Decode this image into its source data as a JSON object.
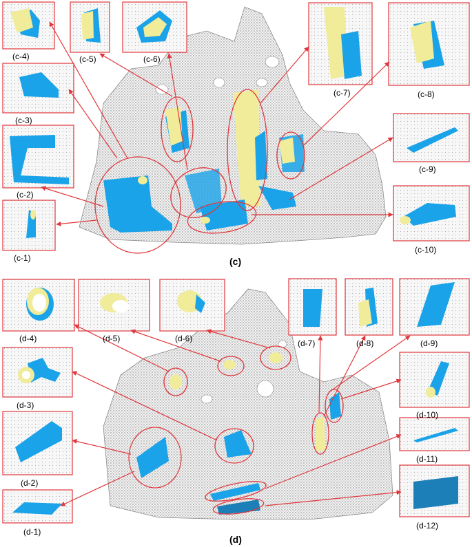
{
  "figure": {
    "panel_c": {
      "caption": "(c)",
      "insets": [
        {
          "id": "c1",
          "label": "(c-1)"
        },
        {
          "id": "c2",
          "label": "(c-2)"
        },
        {
          "id": "c3",
          "label": "(c-3)"
        },
        {
          "id": "c4",
          "label": "(c-4)"
        },
        {
          "id": "c5",
          "label": "(c-5)"
        },
        {
          "id": "c6",
          "label": "(c-6)"
        },
        {
          "id": "c7",
          "label": "(c-7)"
        },
        {
          "id": "c8",
          "label": "(c-8)"
        },
        {
          "id": "c9",
          "label": "(c-9)"
        },
        {
          "id": "c10",
          "label": "(c-10)"
        }
      ]
    },
    "panel_d": {
      "caption": "(d)",
      "insets": [
        {
          "id": "d1",
          "label": "(d-1)"
        },
        {
          "id": "d2",
          "label": "(d-2)"
        },
        {
          "id": "d3",
          "label": "(d-3)"
        },
        {
          "id": "d4",
          "label": "(d-4)"
        },
        {
          "id": "d5",
          "label": "(d-5)"
        },
        {
          "id": "d6",
          "label": "(d-6)"
        },
        {
          "id": "d7",
          "label": "(d-7)"
        },
        {
          "id": "d8",
          "label": "(d-8)"
        },
        {
          "id": "d9",
          "label": "(d-9)"
        },
        {
          "id": "d10",
          "label": "(d-10)"
        },
        {
          "id": "d11",
          "label": "(d-11)"
        },
        {
          "id": "d12",
          "label": "(d-12)"
        }
      ]
    },
    "colors": {
      "highlight_red": "#e0373c",
      "surface_blue": "#1aa3e8",
      "surface_yellow": "#f0ec9a",
      "point_cloud_gray": "#6b6b6b"
    }
  }
}
